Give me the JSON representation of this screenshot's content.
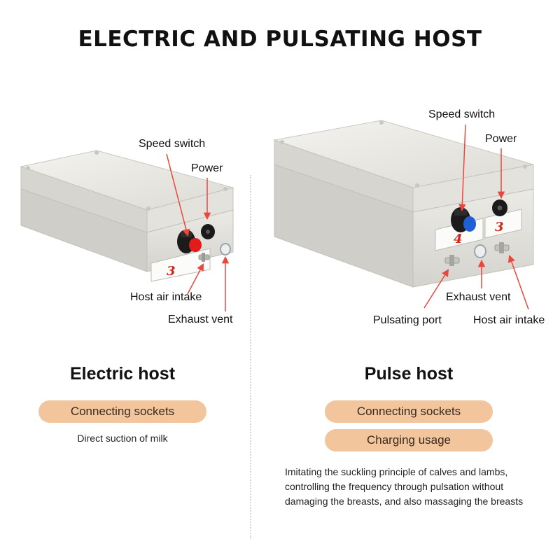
{
  "title": "ELECTRIC AND PULSATING HOST",
  "left": {
    "labels": {
      "speed_switch": "Speed switch",
      "power": "Power",
      "host_air_intake": "Host air intake",
      "exhaust_vent": "Exhaust vent"
    },
    "tag_number": "3",
    "heading": "Electric host",
    "pill": "Connecting sockets",
    "description": "Direct suction of milk"
  },
  "right": {
    "labels": {
      "speed_switch": "Speed switch",
      "power": "Power",
      "exhaust_vent": "Exhaust vent",
      "pulsating_port": "Pulsating port",
      "host_air_intake": "Host air intake"
    },
    "tag_numbers": [
      "4",
      "3"
    ],
    "heading": "Pulse host",
    "pills": [
      "Connecting sockets",
      "Charging usage"
    ],
    "description": [
      "Imitating the suckling principle of calves and lambs,",
      "controlling the frequency through pulsation without",
      "damaging the breasts, and also massaging the breasts"
    ]
  },
  "colors": {
    "pill_bg": "#f2c59d",
    "arrow_red": "#e8473c",
    "knob_red": "#e21b1b",
    "knob_blue": "#1e5fd6",
    "tag_number": "#c9261b"
  }
}
